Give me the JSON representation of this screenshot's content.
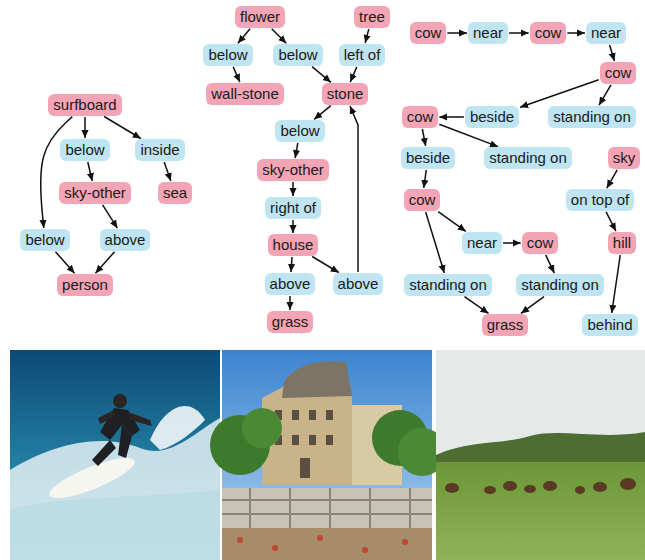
{
  "diagram": {
    "nodes": [
      {
        "text": [
          "surfboard"
        ]
      },
      {
        "text": [
          "below"
        ]
      },
      {
        "text": [
          "inside"
        ]
      },
      {
        "text": [
          "sky-other"
        ]
      },
      {
        "text": [
          "sea"
        ]
      },
      {
        "text": [
          "below"
        ]
      },
      {
        "text": [
          "above"
        ]
      },
      {
        "text": [
          "person"
        ]
      },
      {
        "text": [
          "flower"
        ]
      },
      {
        "text": [
          "tree"
        ]
      },
      {
        "text": [
          "below"
        ]
      },
      {
        "text": [
          "below"
        ]
      },
      {
        "text": [
          "left of"
        ]
      },
      {
        "text": [
          "wall-stone"
        ]
      },
      {
        "text": [
          "stone"
        ]
      },
      {
        "text": [
          "below"
        ]
      },
      {
        "text": [
          "sky-other"
        ]
      },
      {
        "text": [
          "right of"
        ]
      },
      {
        "text": [
          "house"
        ]
      },
      {
        "text": [
          "above"
        ]
      },
      {
        "text": [
          "above"
        ]
      },
      {
        "text": [
          "grass"
        ]
      },
      {
        "text": [
          "cow"
        ]
      },
      {
        "text": [
          "near"
        ]
      },
      {
        "text": [
          "cow"
        ]
      },
      {
        "text": [
          "near"
        ]
      },
      {
        "text": [
          "cow"
        ]
      },
      {
        "text": [
          "cow"
        ]
      },
      {
        "text": [
          "beside"
        ]
      },
      {
        "text": [
          "standing on"
        ]
      },
      {
        "text": [
          "beside"
        ]
      },
      {
        "text": [
          "standing on"
        ]
      },
      {
        "text": [
          "sky"
        ]
      },
      {
        "text": [
          "cow"
        ]
      },
      {
        "text": [
          "on top of"
        ]
      },
      {
        "text": [
          "near"
        ]
      },
      {
        "text": [
          "cow"
        ]
      },
      {
        "text": [
          "hill"
        ]
      },
      {
        "text": [
          "standing on"
        ]
      },
      {
        "text": [
          "standing on"
        ]
      },
      {
        "text": [
          "grass"
        ]
      },
      {
        "text": [
          "behind"
        ]
      }
    ],
    "edges": [
      {
        "from": 0,
        "to": 1,
        "arrow": "to"
      },
      {
        "from": 0,
        "to": 2,
        "arrow": "to"
      },
      {
        "from": 0,
        "to": 5,
        "arrow": "to"
      },
      {
        "from": 1,
        "to": 3,
        "arrow": "to"
      },
      {
        "from": 2,
        "to": 4,
        "arrow": "to"
      },
      {
        "from": 3,
        "to": 6,
        "arrow": "to"
      },
      {
        "from": 5,
        "to": 7,
        "arrow": "to"
      },
      {
        "from": 6,
        "to": 7,
        "arrow": "to"
      },
      {
        "from": 8,
        "to": 10,
        "arrow": "to"
      },
      {
        "from": 8,
        "to": 11,
        "arrow": "to"
      },
      {
        "from": 9,
        "to": 12,
        "arrow": "to"
      },
      {
        "from": 10,
        "to": 13,
        "arrow": "to"
      },
      {
        "from": 11,
        "to": 14,
        "arrow": "to"
      },
      {
        "from": 12,
        "to": 14,
        "arrow": "to"
      },
      {
        "from": 14,
        "to": 15,
        "arrow": "to"
      },
      {
        "from": 15,
        "to": 16,
        "arrow": "to"
      },
      {
        "from": 16,
        "to": 17,
        "arrow": "to"
      },
      {
        "from": 17,
        "to": 18,
        "arrow": "to"
      },
      {
        "from": 18,
        "to": 19,
        "arrow": "to"
      },
      {
        "from": 18,
        "to": 20,
        "arrow": "to"
      },
      {
        "from": 19,
        "to": 21,
        "arrow": "to"
      },
      {
        "from": 20,
        "to": 14,
        "arrow": "to"
      },
      {
        "from": 22,
        "to": 23,
        "arrow": "to"
      },
      {
        "from": 23,
        "to": 24,
        "arrow": "to"
      },
      {
        "from": 24,
        "to": 25,
        "arrow": "to"
      },
      {
        "from": 25,
        "to": 26,
        "arrow": "to"
      },
      {
        "from": 26,
        "to": 28,
        "arrow": "to"
      },
      {
        "from": 28,
        "to": 27,
        "arrow": "to"
      },
      {
        "from": 26,
        "to": 29,
        "arrow": "to"
      },
      {
        "from": 27,
        "to": 30,
        "arrow": "to"
      },
      {
        "from": 27,
        "to": 31,
        "arrow": "to"
      },
      {
        "from": 30,
        "to": 33,
        "arrow": "to"
      },
      {
        "from": 33,
        "to": 35,
        "arrow": "to"
      },
      {
        "from": 35,
        "to": 36,
        "arrow": "to"
      },
      {
        "from": 33,
        "to": 38,
        "arrow": "to"
      },
      {
        "from": 36,
        "to": 39,
        "arrow": "to"
      },
      {
        "from": 38,
        "to": 40,
        "arrow": "to"
      },
      {
        "from": 39,
        "to": 40,
        "arrow": "to"
      },
      {
        "from": 32,
        "to": 34,
        "arrow": "to"
      },
      {
        "from": 34,
        "to": 37,
        "arrow": "to"
      },
      {
        "from": 37,
        "to": 41,
        "arrow": "to"
      }
    ]
  }
}
